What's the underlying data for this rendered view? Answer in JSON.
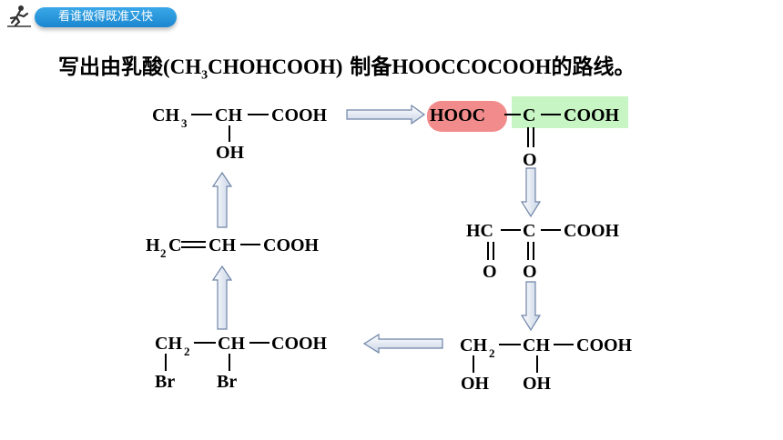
{
  "header": {
    "badge_label": "看谁做得既准又快",
    "runner_icon": "runner-icon"
  },
  "question": {
    "part1": "写出由乳酸",
    "paren_open": "(",
    "formula_a": "CH",
    "formula_a_sub": "3",
    "formula_b": "CHOHCOOH",
    "paren_close": ")",
    "part2": " 制备",
    "target": "HOOCCOCOOH",
    "part3": "的路线。"
  },
  "compounds": {
    "lactic": {
      "ch": "CH",
      "sub": "3",
      "ch2": "CH",
      "cooh": "COOH",
      "oh": "OH"
    },
    "target": {
      "hooc": "HOOC",
      "c": "C",
      "cooh": "COOH",
      "o": "O"
    },
    "aldehyde": {
      "hc": "HC",
      "c": "C",
      "cooh": "COOH",
      "o1": "O",
      "o2": "O"
    },
    "diol": {
      "ch": "CH",
      "sub": "2",
      "ch2": "CH",
      "cooh": "COOH",
      "oh1": "OH",
      "oh2": "OH"
    },
    "dibromo": {
      "ch": "CH",
      "sub": "2",
      "ch2": "CH",
      "cooh": "COOH",
      "br1": "Br",
      "br2": "Br"
    },
    "acrylic": {
      "h": "H",
      "sub": "2",
      "c": "C",
      "ch": "CH",
      "cooh": "COOH"
    }
  },
  "colors": {
    "highlight_red": "#f28c8c",
    "highlight_green": "#c8f5c4",
    "arrow_fill": "#dde6f2",
    "arrow_stroke": "#6f85a8",
    "badge": "#2a9be0"
  }
}
